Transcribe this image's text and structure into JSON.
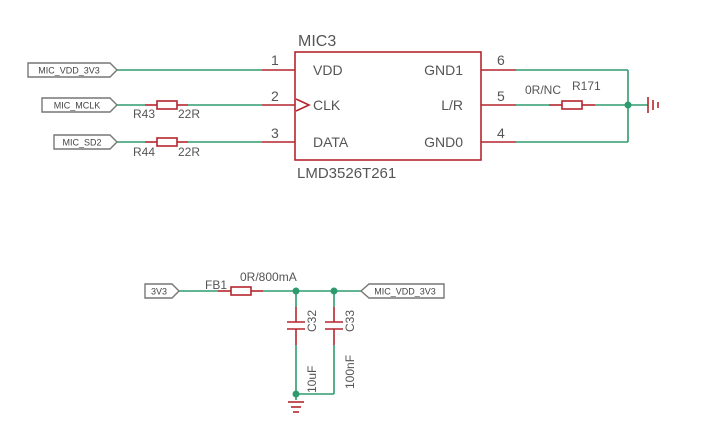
{
  "mic": {
    "ref": "MIC3",
    "part": "LMD3526T261",
    "pins_left": [
      {
        "num": "1",
        "name": "VDD"
      },
      {
        "num": "2",
        "name": "CLK"
      },
      {
        "num": "3",
        "name": "DATA"
      }
    ],
    "pins_right": [
      {
        "num": "6",
        "name": "GND1"
      },
      {
        "num": "5",
        "name": "L/R"
      },
      {
        "num": "4",
        "name": "GND0"
      }
    ]
  },
  "net_labels": {
    "mic_vdd_left": "MIC_VDD_3V3",
    "mic_mclk": "MIC_MCLK",
    "mic_sd2": "MIC_SD2",
    "three_v3": "3V3",
    "mic_vdd_right": "MIC_VDD_3V3"
  },
  "resistors": {
    "r43": {
      "ref": "R43",
      "value": "22R"
    },
    "r44": {
      "ref": "R44",
      "value": "22R"
    },
    "r171": {
      "ref": "R171",
      "value": "0R/NC"
    }
  },
  "ferrite": {
    "ref": "FB1",
    "value": "0R/800mA"
  },
  "caps": {
    "c32": {
      "ref": "C32",
      "value": "10uF"
    },
    "c33": {
      "ref": "C33",
      "value": "100nF"
    }
  },
  "colors": {
    "wire": "#2e9b6e",
    "symbol": "#b4262d",
    "label_outline": "#777777",
    "text": "#555555"
  }
}
